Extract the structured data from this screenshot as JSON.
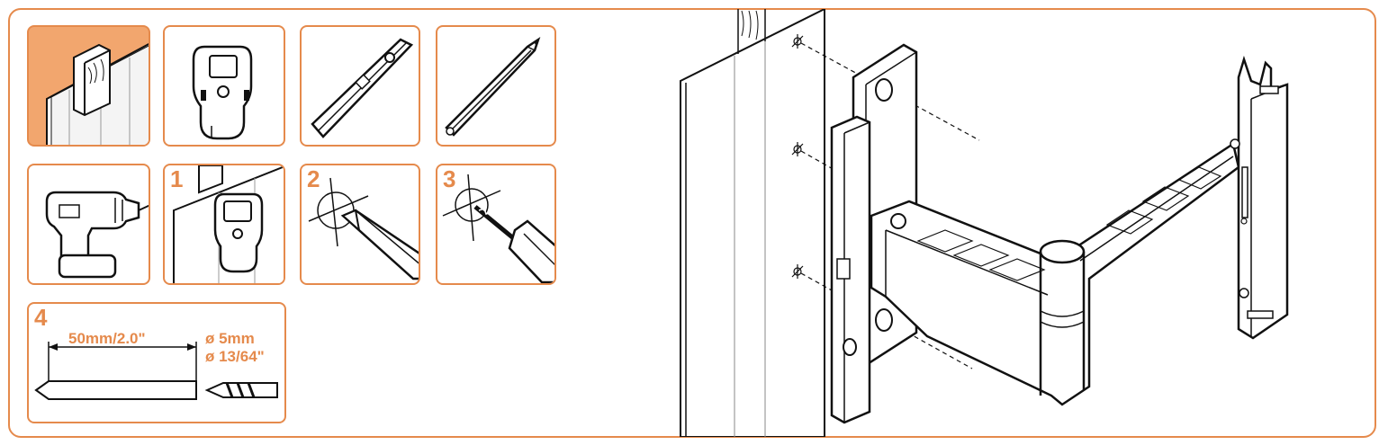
{
  "colors": {
    "accent": "#e58a4c",
    "accent_fill": "#f2a66e",
    "line": "#111111"
  },
  "panels": [
    {
      "name": "wall-panel",
      "icon": "drywall-stud-icon",
      "highlighted": true
    },
    {
      "name": "stud-finder-panel",
      "icon": "stud-finder-icon"
    },
    {
      "name": "level-panel",
      "icon": "spirit-level-icon"
    },
    {
      "name": "pencil-panel",
      "icon": "pencil-icon"
    },
    {
      "name": "drill-panel",
      "icon": "drill-icon"
    },
    {
      "name": "step-1-panel",
      "icon": "find-stud-icon",
      "step": "1"
    },
    {
      "name": "step-2-panel",
      "icon": "mark-hole-icon",
      "step": "2"
    },
    {
      "name": "step-3-panel",
      "icon": "drill-hole-icon",
      "step": "3"
    },
    {
      "name": "step-4-panel",
      "icon": "drill-bit-spec-icon",
      "step": "4"
    }
  ],
  "step4": {
    "depth": "50mm/2.0\"",
    "diameter_mm": "ø 5mm",
    "diameter_in": "ø 13/64\""
  },
  "main_illustration": {
    "icon": "wall-mount-bracket-icon"
  }
}
